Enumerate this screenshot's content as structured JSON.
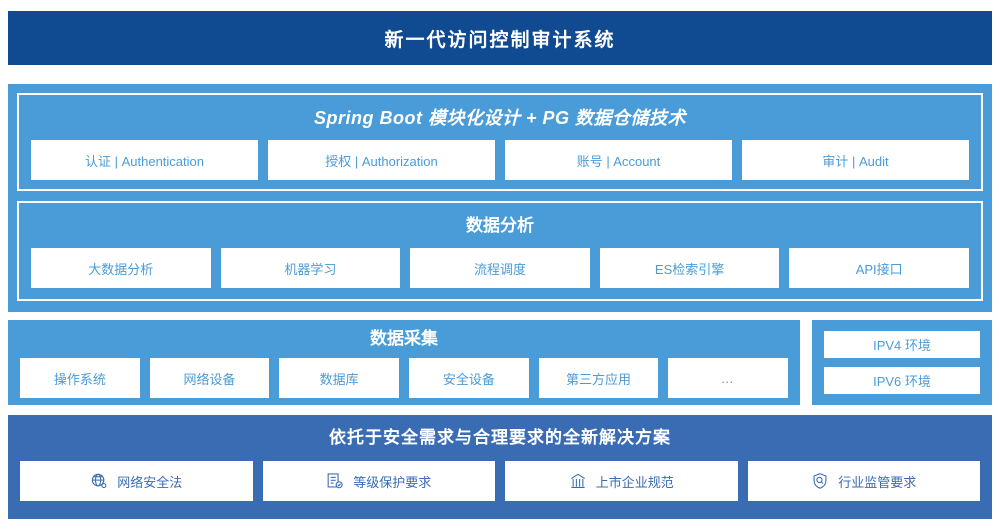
{
  "header": {
    "title": "新一代访问控制审计系统"
  },
  "platform": {
    "spring": {
      "title": "Spring Boot 模块化设计 + PG 数据仓储技术",
      "cards": [
        {
          "label": "认证 | Authentication"
        },
        {
          "label": "授权 | Authorization"
        },
        {
          "label": "账号 | Account"
        },
        {
          "label": "审计 | Audit"
        }
      ]
    },
    "analysis": {
      "title": "数据分析",
      "cards": [
        {
          "label": "大数据分析"
        },
        {
          "label": "机器学习"
        },
        {
          "label": "流程调度"
        },
        {
          "label": "ES检索引擎"
        },
        {
          "label": "API接口"
        }
      ]
    }
  },
  "collection": {
    "title": "数据采集",
    "cards": [
      {
        "label": "操作系统"
      },
      {
        "label": "网络设备"
      },
      {
        "label": "数据库"
      },
      {
        "label": "安全设备"
      },
      {
        "label": "第三方应用"
      },
      {
        "label": "…"
      }
    ]
  },
  "environment": {
    "cards": [
      {
        "label": "IPV4 环境"
      },
      {
        "label": "IPV6 环境"
      }
    ]
  },
  "compliance": {
    "title": "依托于安全需求与合理要求的全新解决方案",
    "cards": [
      {
        "label": "网络安全法",
        "icon": "globe-icon"
      },
      {
        "label": "等级保护要求",
        "icon": "document-check-icon"
      },
      {
        "label": "上市企业规范",
        "icon": "bank-icon"
      },
      {
        "label": "行业监管要求",
        "icon": "shield-search-icon"
      }
    ]
  },
  "colors": {
    "header_navy": "#104b92",
    "panel_blue": "#4a9cd9",
    "compliance_blue": "#3a6cb4",
    "card_white": "#ffffff"
  }
}
